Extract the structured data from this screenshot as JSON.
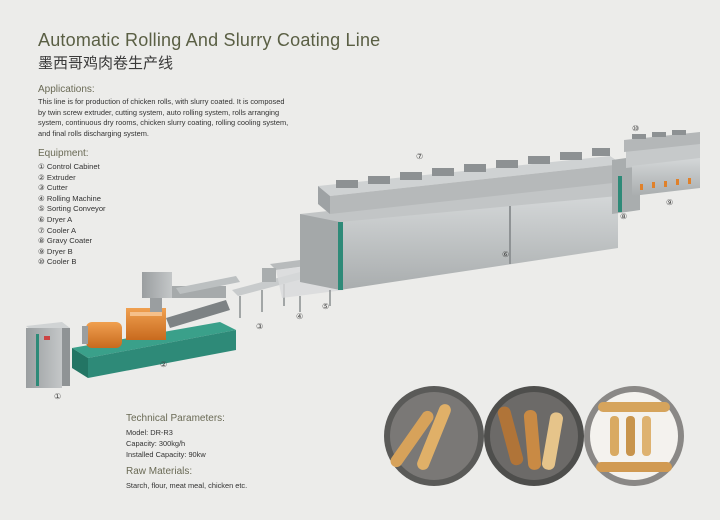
{
  "header": {
    "title_en": "Automatic Rolling And Slurry Coating Line",
    "title_cn": "墨西哥鸡肉卷生产线"
  },
  "applications": {
    "heading": "Applications:",
    "lines": [
      "This line is for production of chicken rolls, with slurry coated. It is composed",
      "by twin screw extruder,  cutting system,  auto rolling system,  rolls arranging",
      "system, continuous dry rooms, chicken slurry coating, rolling cooling system,",
      "and final rolls discharging system."
    ]
  },
  "equipment": {
    "heading": "Equipment:",
    "items": [
      "① Control Cabinet",
      "② Extruder",
      "③ Cutter",
      "④ Rolling Machine",
      "⑤ Sorting Conveyor",
      "⑥ Dryer A",
      "⑦ Cooler A",
      "⑧ Gravy Coater",
      "⑨ Dryer B",
      "⑩ Cooler B"
    ]
  },
  "technical": {
    "heading": "Technical Parameters:",
    "model": "Model: DR-R3",
    "capacity": "Capacity: 300kg/h",
    "installed": "Installed Capacity: 90kw"
  },
  "raw": {
    "heading": "Raw Materials:",
    "text": "Starch, flour, meat meal, chicken etc."
  },
  "callouts": {
    "c1": "①",
    "c2": "②",
    "c3": "③",
    "c4": "④",
    "c5": "⑤",
    "c6": "⑥",
    "c7": "⑦",
    "c8": "⑧",
    "c9": "⑨",
    "c10": "⑩"
  },
  "colors": {
    "accent_teal": "#2e8a78",
    "machine_gray": "#b9bdbf",
    "extruder_orange": "#e0812a",
    "heading_olive": "#5a5f44"
  }
}
